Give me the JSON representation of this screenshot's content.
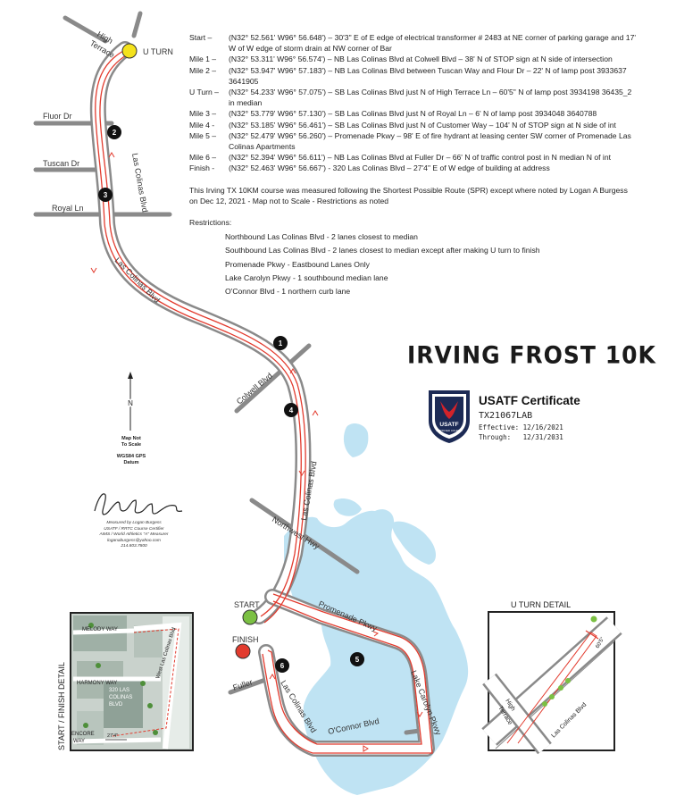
{
  "course": {
    "entries": [
      {
        "key": "Start –",
        "text": "(N32° 52.561' W96° 56.648') – 30'3\" E of E edge of electrical transformer # 2483 at NE corner of parking garage and 17' W of W edge of storm drain at NW corner of Bar"
      },
      {
        "key": "Mile 1 –",
        "text": "(N32° 53.311' W96° 56.574') – NB Las Colinas Blvd at Colwell Blvd – 38' N of STOP sign at N side of intersection"
      },
      {
        "key": "Mile 2 –",
        "text": "(N32° 53.947' W96° 57.183') – NB Las Colinas Blvd between Tuscan Way and Flour Dr – 22' N of lamp post 3933637 3641905"
      },
      {
        "key": "U Turn –",
        "text": "(N32° 54.233' W96° 57.075') – SB Las Colinas Blvd just N of High Terrace Ln – 60'5\" N of lamp post 3934198 36435_2 in median"
      },
      {
        "key": "Mile 3 –",
        "text": "(N32° 53.779' W96° 57.130') – SB Las Colinas Blvd just N of Royal Ln – 6' N of lamp post 3934048 3640788"
      },
      {
        "key": "Mile 4 -",
        "text": "(N32° 53.185' W96° 56.461') – SB Las Colinas Blvd just N of Customer Way – 104' N of STOP sign at N side of int"
      },
      {
        "key": "Mile 5 –",
        "text": "(N32° 52.479' W96° 56.260') – Promenade Pkwy – 98' E of fire hydrant at leasing center SW corner of Promenade Las Colinas Apartments"
      },
      {
        "key": "Mile 6 –",
        "text": "(N32° 52.394' W96° 56.611') – NB Las Colinas Blvd at Fuller Dr – 66' N of traffic control post in N median N of int"
      },
      {
        "key": "Finish -",
        "text": "(N32° 52.463' W96° 56.667') - 320 Las Colinas Blvd – 27'4\" E of W edge of building at address"
      }
    ],
    "note": "This Irving TX 10KM course was measured following the Shortest Possible Route (SPR) except where noted by Logan A Burgess on Dec 12, 2021 - Map not to Scale - Restrictions as noted",
    "restrictions_title": "Restrictions:",
    "restrictions": [
      "Northbound Las Colinas Blvd - 2 lanes closest to median",
      "Southbound Las Colinas Blvd - 2 lanes closest to median except after making U turn to finish",
      "Promenade Pkwy - Eastbound Lanes Only",
      "Lake Carolyn Pkwy - 1 southbound median lane",
      "O'Connor Blvd - 1 northern curb lane"
    ]
  },
  "title": "IRVING FROST 10K",
  "certificate": {
    "heading": "USATF Certificate",
    "id": "TX21067LAB",
    "effective": "Effective: 12/16/2021",
    "through": "Through:   12/31/2031",
    "logo_text": "USATF",
    "logo_sub": "CERTIFIED COURSE"
  },
  "legend": {
    "north": "N",
    "scale_line1": "Map Not",
    "scale_line2": "To Scale",
    "datum_line1": "WGS84 GPS",
    "datum_line2": "Datum",
    "measurer": [
      "Measured by Logan Burgess",
      "USATF / RRTC Course Certifier",
      "AIMS / World Athletics \"A\" Measurer",
      "loganaburgess@yahoo.com",
      "214.803.7800"
    ]
  },
  "map": {
    "roads": {
      "high_terrace_1": "High",
      "high_terrace_2": "Terrace",
      "fluor": "Fluor Dr",
      "tuscan": "Tuscan Dr",
      "royal": "Royal Ln",
      "lcb_1": "Las Colinas Blvd",
      "lcb_2": "Las Colinas Blvd",
      "lcb_3": "Las Colinas Blvd",
      "lcb_4": "Las Colinas Blvd",
      "colwell": "Colwell Blvd",
      "northwest": "Northwest Hwy",
      "promenade": "Promenade Pkwy",
      "lake_carolyn": "Lake Carolyn Pkwy",
      "oconnor": "O'Connor Blvd",
      "fuller": "Fuller"
    },
    "points": {
      "uturn": "U TURN",
      "start": "START",
      "finish": "FINISH"
    },
    "miles": [
      "1",
      "2",
      "3",
      "4",
      "5",
      "6"
    ],
    "colors": {
      "route": "#e23b2e",
      "road": "#888888",
      "water": "#bfe3f3",
      "uturn_marker": "#f4e21c",
      "start_marker": "#7bc043",
      "finish_marker": "#e23b2e"
    }
  },
  "start_finish_detail": {
    "title": "START / FINISH DETAIL",
    "melody": "MELODY WAY",
    "harmony": "HARMONY WAY",
    "encore_1": "ENCORE",
    "encore_2": "WAY",
    "wlcb": "West Las Colinas Blvd",
    "building_1": "320 LAS",
    "building_2": "COLINAS",
    "building_3": "BLVD",
    "measure": "27'4\""
  },
  "uturn_detail": {
    "title": "U TURN DETAIL",
    "high": "High",
    "terrace": "Terrace",
    "lcb": "Las Colinas Blvd",
    "measure": "60'5\""
  }
}
